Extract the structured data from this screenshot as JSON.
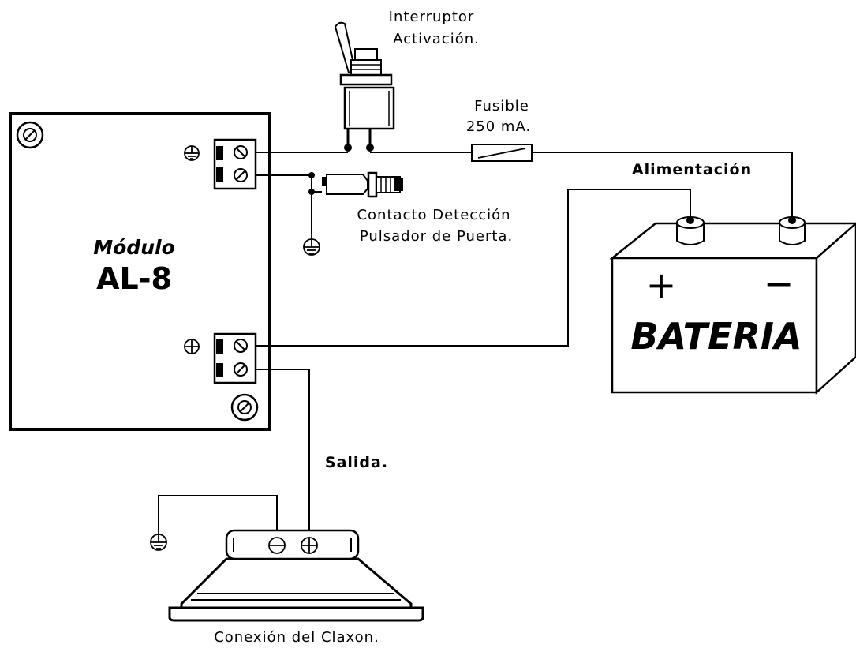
{
  "module": {
    "title": "Módulo",
    "model": "AL-8"
  },
  "switch": {
    "line1": "Interruptor",
    "line2": "Activación."
  },
  "fuse": {
    "line1": "Fusible",
    "line2": "250 mA."
  },
  "power_label": "Alimentación",
  "door_contact": {
    "line1": "Contacto Detección",
    "line2": "Pulsador de Puerta."
  },
  "battery": {
    "label": "BATERIA",
    "plus": "+",
    "minus": "−"
  },
  "output_label": "Salida.",
  "horn_label": "Conexión del Claxon.",
  "symbols": {
    "ground_icon": "earth-ground-icon",
    "positive_icon": "plus-circle-icon",
    "negative_icon": "minus-circle-icon",
    "screw_icon": "screw-terminal-icon"
  }
}
